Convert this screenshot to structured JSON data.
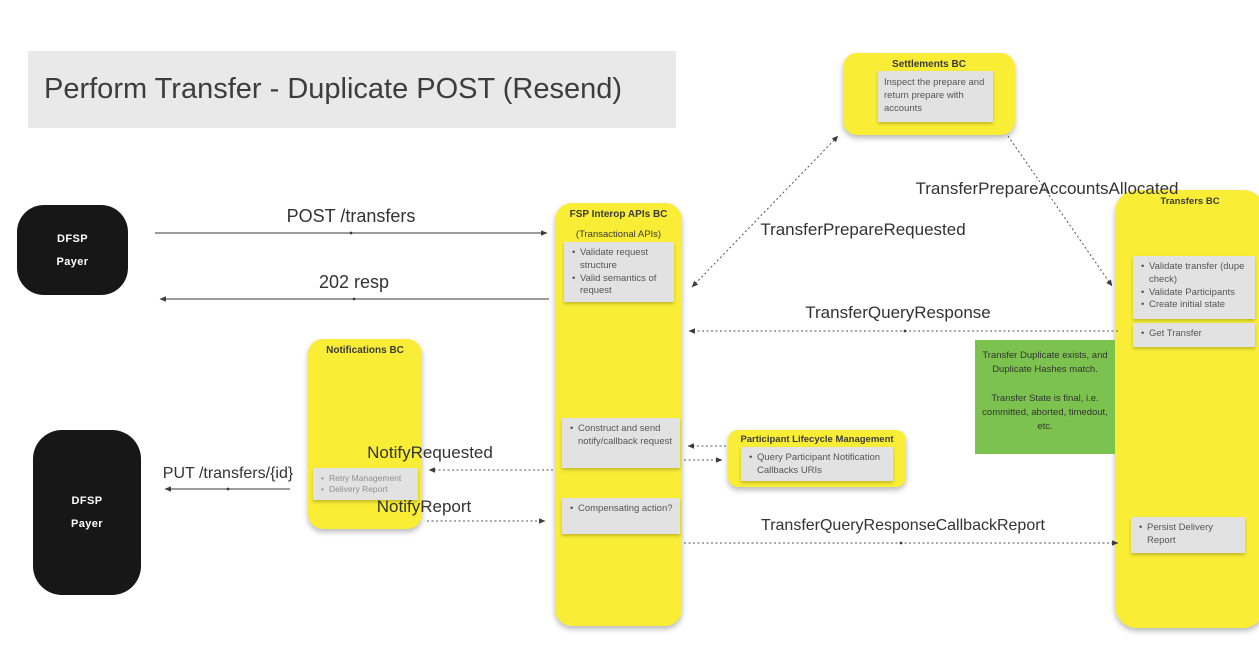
{
  "title": "Perform Transfer - Duplicate POST (Resend)",
  "colors": {
    "bc_yellow": "#F9EE35",
    "task_gray": "#E2E2E2",
    "note_green": "#7CC24F",
    "actor_black": "#171717",
    "title_bg": "#E9E9E9"
  },
  "actors": {
    "payer_top": {
      "line1": "DFSP",
      "line2": "Payer"
    },
    "payer_bottom": {
      "line1": "DFSP",
      "line2": "Payer"
    }
  },
  "nodes": {
    "settlements": {
      "title": "Settlements BC",
      "task": "Inspect the prepare and return prepare with accounts"
    },
    "fsp_interop": {
      "title": "FSP Interop APIs BC",
      "subtitle": "(Transactional APIs)",
      "validate_items": [
        "Validate request structure",
        "Valid semantics of request"
      ],
      "notify_items": [
        "Construct and send notify/callback request"
      ],
      "compensate_items": [
        "Compensating action?"
      ]
    },
    "notifications": {
      "title": "Notifications BC",
      "items": [
        "Retry Management",
        "Delivery Report"
      ]
    },
    "participant_lifecycle": {
      "title": "Participant Lifecycle Management",
      "items": [
        "Query Participant Notification Callbacks URIs"
      ]
    },
    "transfers": {
      "title": "Transfers BC",
      "validate_items": [
        "Validate transfer (dupe check)",
        "Validate Participants",
        "Create initial state"
      ],
      "get_items": [
        "Get Transfer"
      ],
      "persist_items": [
        "Persist Delivery Report"
      ]
    }
  },
  "note": {
    "para1": "Transfer Duplicate exists, and Duplicate Hashes match.",
    "para2": "Transfer State is final, i.e. committed, aborted, timedout, etc."
  },
  "messages": {
    "post_transfers": "POST /transfers",
    "resp_202": "202 resp",
    "transfer_prepare_requested": "TransferPrepareRequested",
    "transfer_prepare_accounts_allocated": "TransferPrepareAccountsAllocated",
    "transfer_query_response": "TransferQueryResponse",
    "notify_requested": "NotifyRequested",
    "notify_report": "NotifyReport",
    "put_transfers_id": "PUT /transfers/{id}",
    "transfer_query_response_callback_report": "TransferQueryResponseCallbackReport"
  }
}
